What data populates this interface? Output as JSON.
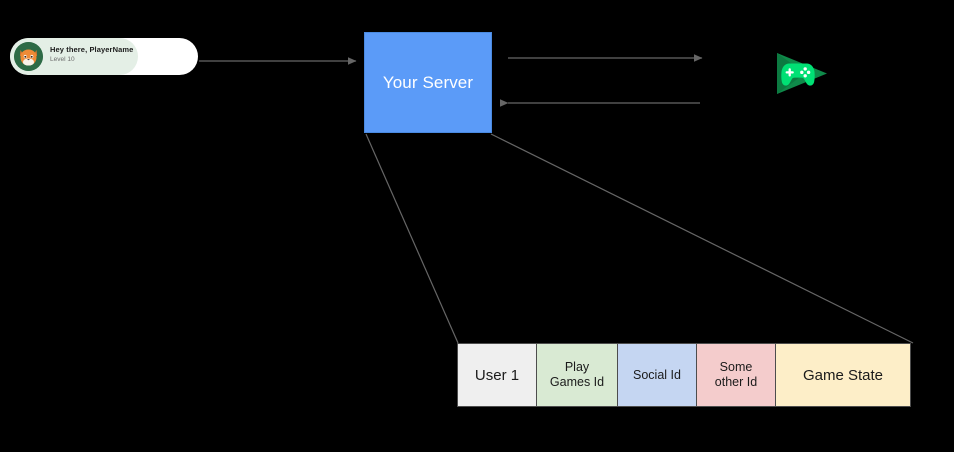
{
  "diagram": {
    "title": "Play Games server architecture diagram",
    "background_color": "#000000"
  },
  "player_card": {
    "name": "player-greeting-card",
    "greeting": "Hey there, PlayerName",
    "level": "Level 10",
    "avatar_icon": "fox-avatar-icon",
    "card_background": "#ffffff",
    "pill_background": "#e4efe6",
    "avatar_background": "#2e6b46"
  },
  "server": {
    "label": "Your Server",
    "fill_color": "#5b9bf8",
    "text_color": "#ffffff"
  },
  "play_games": {
    "icon_name": "google-play-games-icon",
    "dark_green": "#0f9d58",
    "bright_green": "#00e676"
  },
  "arrows": [
    {
      "name": "arrow-card-to-server",
      "direction": "right"
    },
    {
      "name": "arrow-server-to-play-games",
      "direction": "right"
    },
    {
      "name": "arrow-play-games-to-server",
      "direction": "left"
    }
  ],
  "connectors": [
    {
      "name": "connector-server-to-table-left"
    },
    {
      "name": "connector-server-to-table-right"
    }
  ],
  "table": {
    "name": "user-record-table",
    "cells": [
      {
        "label": "User 1",
        "color": "#efefef",
        "name": "cell-user"
      },
      {
        "label": "Play\nGames Id",
        "color": "#d9ead3",
        "name": "cell-play-games-id"
      },
      {
        "label": "Social Id",
        "color": "#c5d6f2",
        "name": "cell-social-id"
      },
      {
        "label": "Some\nother Id",
        "color": "#f4cccc",
        "name": "cell-some-other-id"
      },
      {
        "label": "Game State",
        "color": "#fdeec8",
        "name": "cell-game-state"
      }
    ],
    "cell_labels": {
      "user": "User 1",
      "play_games_line1": "Play",
      "play_games_line2": "Games Id",
      "social": "Social Id",
      "other_line1": "Some",
      "other_line2": "other Id",
      "game_state": "Game State"
    }
  }
}
